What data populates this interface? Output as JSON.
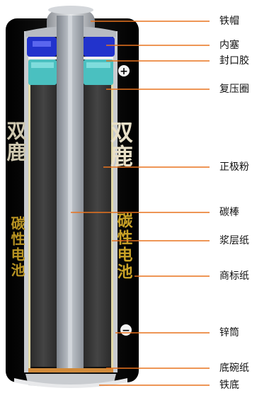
{
  "diagram": {
    "brand_front": "双鹿",
    "brand_back": "双鹿",
    "type_front": "碳性电池",
    "type_back": "碳性电池",
    "polarity_top": "+",
    "polarity_bottom": "−",
    "labels": [
      {
        "id": "iron-cap",
        "text": "铁帽"
      },
      {
        "id": "inner-plug",
        "text": "内塞"
      },
      {
        "id": "sealant",
        "text": "封口胶"
      },
      {
        "id": "pressure-ring",
        "text": "复压圈"
      },
      {
        "id": "cathode-powder",
        "text": "正极粉"
      },
      {
        "id": "carbon-rod",
        "text": "碳棒"
      },
      {
        "id": "paste-paper",
        "text": "浆层纸"
      },
      {
        "id": "trademark-paper",
        "text": "商标纸"
      },
      {
        "id": "zinc-can",
        "text": "锌筒"
      },
      {
        "id": "bottom-paper",
        "text": "底碗纸"
      },
      {
        "id": "iron-bottom",
        "text": "铁底"
      }
    ],
    "colors": {
      "leader_line": "#e8731e",
      "label_jacket": "#0b0b0b",
      "brand_text": "#c9a227",
      "inner_plug": "#2233cc",
      "pressure_ring": "#4ac0c0",
      "cathode": "#3a3a3a",
      "carbon_rod": "#9aa0a8",
      "zinc": "#c9ccd0"
    }
  }
}
